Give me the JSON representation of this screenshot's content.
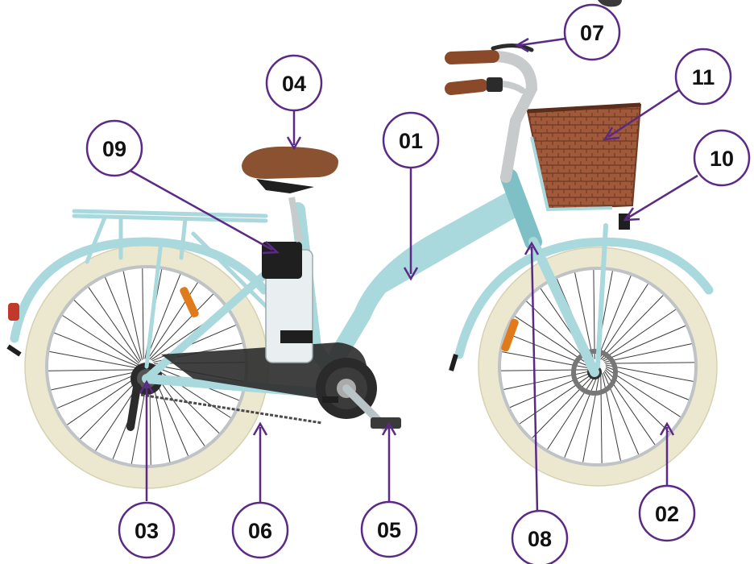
{
  "colors": {
    "frame": "#a9d8dd",
    "frame_dark": "#7fbfc6",
    "tire": "#ece8cf",
    "tire_edge": "#d6d1b2",
    "rim": "#bfc3c6",
    "spoke": "#3a3a3a",
    "saddle": "#8a5230",
    "grip": "#8a4a2a",
    "basket": "#a0593a",
    "basket_dark": "#6f3a22",
    "battery": "#e9eef0",
    "dark": "#1f1f1f",
    "reflector": "#e07a1a",
    "callout_stroke": "#5b2a86",
    "callout_text": "#111111"
  },
  "callouts": {
    "c01": "01",
    "c02": "02",
    "c03": "03",
    "c04": "04",
    "c05": "05",
    "c06": "06",
    "c07": "07",
    "c08": "08",
    "c09": "09",
    "c10": "10",
    "c11": "11"
  }
}
